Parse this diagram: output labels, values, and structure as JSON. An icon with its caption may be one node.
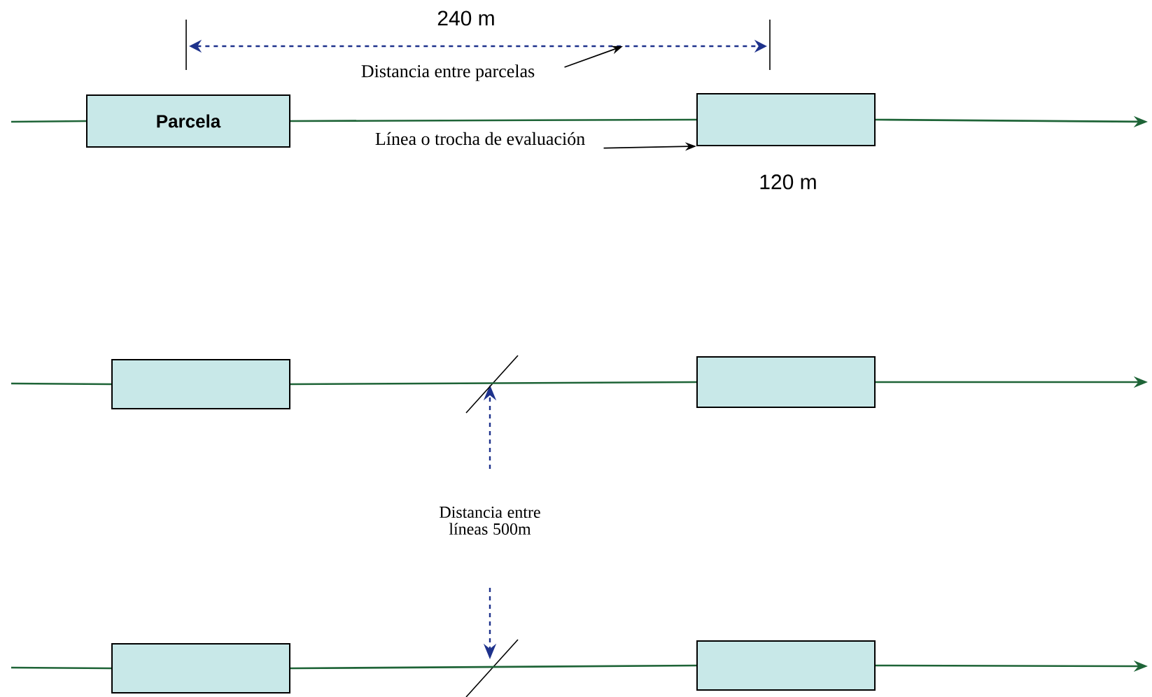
{
  "diagram": {
    "nodes": [
      {
        "text": [
          "Distancia entre parcelas"
        ]
      },
      {
        "text": [
          "Parcela"
        ]
      },
      {
        "text": [],
        "shape": "box"
      },
      {
        "text": [
          "Línea o trocha de evaluación"
        ]
      },
      {
        "text": [],
        "shape": "box"
      },
      {
        "text": [],
        "shape": "box"
      },
      {
        "text": [],
        "shape": "box"
      },
      {
        "text": [],
        "shape": "box"
      }
    ],
    "edges": [
      {
        "from": null,
        "to": 1,
        "arrow": "none"
      },
      {
        "from": 1,
        "to": 2,
        "arrow": "none"
      },
      {
        "from": 2,
        "to": null,
        "arrow": "to"
      },
      {
        "from": 0,
        "to": null,
        "arrow": "to",
        "color": "#000000"
      },
      {
        "from": 3,
        "to": 2,
        "arrow": "to",
        "color": "#000000"
      },
      {
        "from": null,
        "to": 4,
        "arrow": "none"
      },
      {
        "from": 4,
        "to": 5,
        "arrow": "none"
      },
      {
        "from": 5,
        "to": null,
        "arrow": "to"
      },
      {
        "from": null,
        "to": 6,
        "arrow": "none"
      },
      {
        "from": 6,
        "to": 7,
        "arrow": "none"
      },
      {
        "from": 7,
        "to": null,
        "arrow": "to"
      }
    ],
    "labels": [
      "240 m",
      "120 m",
      "Distancia entre líneas 500m"
    ]
  }
}
